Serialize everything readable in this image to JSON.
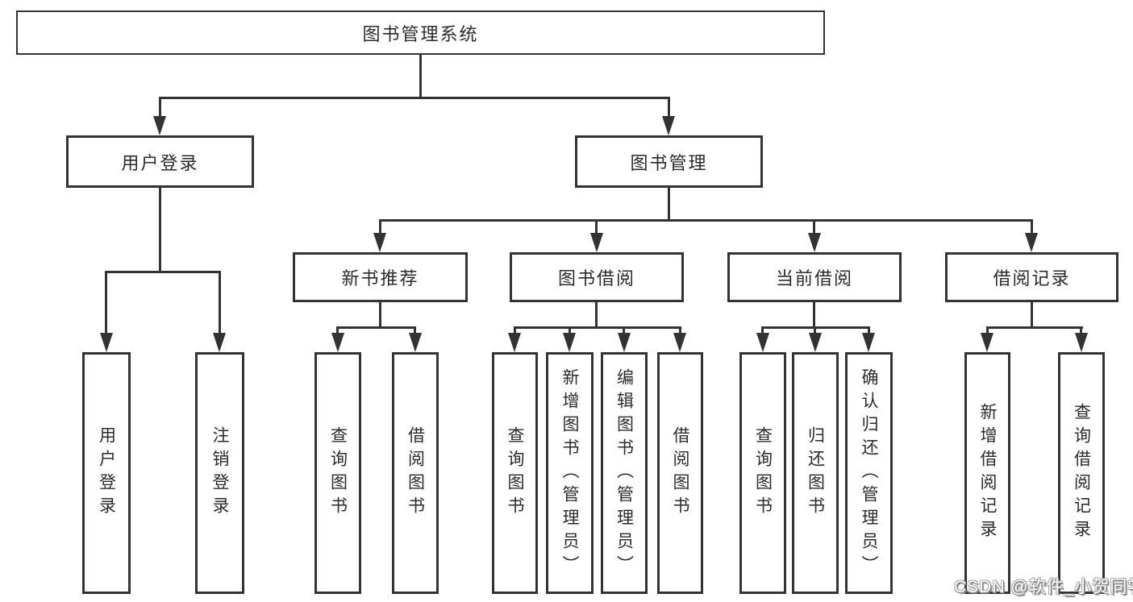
{
  "diagram": {
    "root": {
      "label": "图书管理系统"
    },
    "level2": [
      {
        "label": "用户登录"
      },
      {
        "label": "图书管理"
      }
    ],
    "level3": [
      {
        "label": "新书推荐"
      },
      {
        "label": "图书借阅"
      },
      {
        "label": "当前借阅"
      },
      {
        "label": "借阅记录"
      }
    ],
    "leaves": {
      "user_login": [
        "用户登录",
        "注销登录"
      ],
      "new_book_rec": [
        "查询图书",
        "借阅图书"
      ],
      "book_borrow": [
        "查询图书",
        "新增图书（管理员）",
        "编辑图书（管理员）",
        "借阅图书"
      ],
      "current_borrow": [
        "查询图书",
        "归还图书",
        "确认归还（管理员）"
      ],
      "borrow_records": [
        "新增借阅记录",
        "查询借阅记录"
      ]
    }
  },
  "watermark": {
    "text": "CSDN @软件_小贺同学"
  },
  "colors": {
    "line": "#333333",
    "node_border": "#333333",
    "text": "#2b2b2b",
    "background": "#ffffff"
  }
}
